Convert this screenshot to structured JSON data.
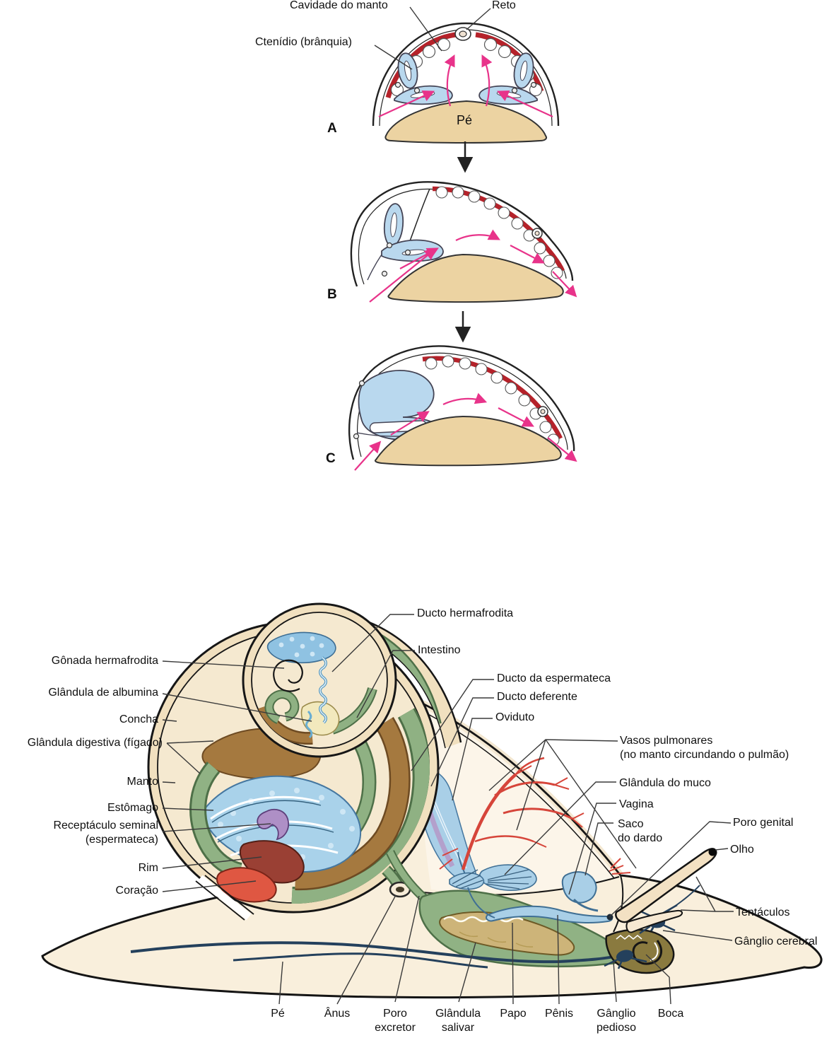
{
  "top_figure": {
    "panel_a": {
      "letter": "A",
      "label_cavidade": "Cavidade do manto",
      "label_reto": "Reto",
      "label_ctenidio": "Ctenídio (brânquia)",
      "label_pe": "Pé"
    },
    "panel_b": {
      "letter": "B"
    },
    "panel_c": {
      "letter": "C"
    }
  },
  "snail_figure": {
    "left_labels": {
      "gonada": "Gônada hermafrodita",
      "albumina": "Glândula de albumina",
      "concha": "Concha",
      "figado": "Glândula digestiva (fígado)",
      "manto": "Manto",
      "estomago": "Estômago",
      "receptaculo_line1": "Receptáculo seminal",
      "receptaculo_line2": "(espermateca)",
      "rim": "Rim",
      "coracao": "Coração"
    },
    "top_labels": {
      "ducto_hermafrodita": "Ducto hermafrodita",
      "intestino": "Intestino",
      "ducto_espermateca": "Ducto da espermateca",
      "ducto_deferente": "Ducto deferente",
      "oviduto": "Oviduto"
    },
    "right_labels": {
      "vasos_line1": "Vasos pulmonares",
      "vasos_line2": "(no manto circundando o pulmão)",
      "glandula_muco": "Glândula do muco",
      "vagina": "Vagina",
      "saco_line1": "Saco",
      "saco_line2": "do dardo",
      "poro_genital": "Poro genital",
      "olho": "Olho",
      "tentaculos": "Tentáculos",
      "ganglio_cerebral": "Gânglio cerebral"
    },
    "bottom_labels": {
      "pe": "Pé",
      "anus": "Ânus",
      "poro_line1": "Poro",
      "poro_line2": "excretor",
      "salivar_line1": "Glândula",
      "salivar_line2": "salivar",
      "papo": "Papo",
      "penis": "Pênis",
      "pedioso_line1": "Gânglio",
      "pedioso_line2": "pedioso",
      "boca": "Boca"
    }
  },
  "colors": {
    "gill_red_band": "#b5222a",
    "flow_arrow_pink": "#e8338a",
    "gill_blue": "#b9d8ee",
    "foot_tan": "#ecd3a2",
    "body_cream": "#f9efdc",
    "shell_cream": "#f1e0bf",
    "digestive_brown": "#a5793f",
    "intestine_green": "#8fb183",
    "gonad_blue": "#8fc2e2",
    "receptacle_purple": "#ae8fc6",
    "heart_red": "#df5742",
    "kidney_maroon": "#9a4034",
    "vessel_red": "#d6453a",
    "repro_blue": "#a9cfe7",
    "nerve_navy": "#24405c",
    "albumen_yellow": "#f2e9bd",
    "salivary_tan": "#cdb479"
  }
}
